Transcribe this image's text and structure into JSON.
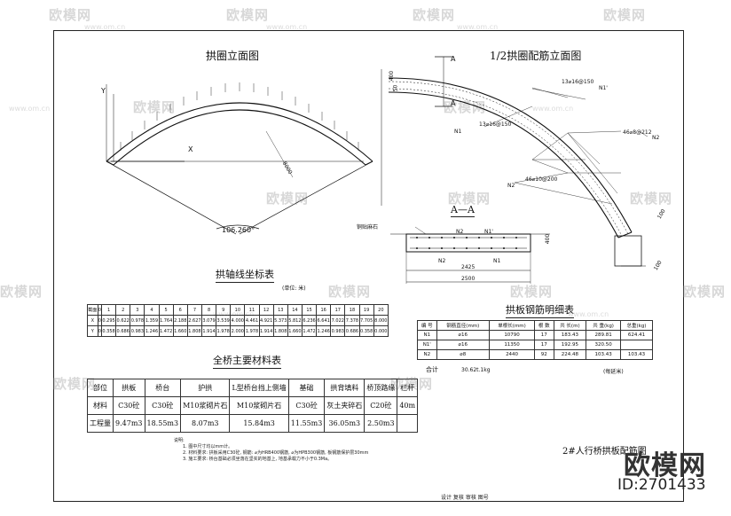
{
  "watermark": {
    "text": "欧模网",
    "url": "www.om.cn"
  },
  "brand": {
    "name": "欧模网",
    "id": "ID:2701433"
  },
  "views": {
    "arch_elevation": {
      "title": "拱圈立面图",
      "angle": "106.260°",
      "axis_x": "X",
      "axis_y": "Y",
      "radius": "8000"
    },
    "half_rebar": {
      "title": "1/2拱圈配筋立面图",
      "section_mark": "A",
      "dim_top": "400",
      "dim_side": "50",
      "n1": "N1",
      "n1b": "N1'",
      "n2": "N2",
      "rebar_a": "13⌀16@150",
      "rebar_b": "13⌀16@150",
      "rebar_c": "46⌀8@212",
      "rebar_d": "46⌀10@200",
      "dim_right_a": "100",
      "dim_right_b": "100"
    },
    "section": {
      "title": "A—A",
      "note": "铜贴麻石",
      "n2": "N2",
      "n1": "N1",
      "n1b": "N1'",
      "dim_inner": "2425",
      "dim_outer": "2500",
      "dim_h": "400"
    }
  },
  "coord_table": {
    "title": "拱轴线坐标表",
    "unit": "(单位: 米)",
    "header": [
      "截面",
      "0",
      "1",
      "2",
      "3",
      "4",
      "5",
      "6",
      "7",
      "8",
      "9",
      "10",
      "11",
      "12",
      "13",
      "14",
      "15",
      "16",
      "17",
      "18",
      "19",
      "20"
    ],
    "rows": [
      [
        "X",
        "0",
        "0.295",
        "0.622",
        "0.978",
        "1.359",
        "1.764",
        "2.188",
        "2.627",
        "3.079",
        "3.539",
        "4.000",
        "4.461",
        "4.921",
        "5.373",
        "5.812",
        "6.236",
        "6.641",
        "7.022",
        "7.378",
        "7.705",
        "8.000"
      ],
      [
        "Y",
        "0",
        "0.358",
        "0.686",
        "0.983",
        "1.246",
        "1.472",
        "1.660",
        "1.808",
        "1.914",
        "1.978",
        "2.000",
        "1.978",
        "1.914",
        "1.808",
        "1.660",
        "1.472",
        "1.246",
        "0.983",
        "0.686",
        "0.358",
        "0.000"
      ]
    ]
  },
  "material_table": {
    "title": "全桥主要材料表",
    "rows": [
      [
        "部位",
        "拱板",
        "桥台",
        "护拱",
        "L型桥台挡上侧墙",
        "基础",
        "拱背填料",
        "桥顶路缘",
        "栏杆"
      ],
      [
        "材料",
        "C30砼",
        "C30砼",
        "M10浆砌片石",
        "M10浆砌片石",
        "C30砼",
        "灰土夹碎石",
        "C20砼",
        "40m"
      ],
      [
        "工程量",
        "9.47m3",
        "18.55m3",
        "8.07m3",
        "15.84m3",
        "11.55m3",
        "36.05m3",
        "2.50m3",
        ""
      ]
    ]
  },
  "steel_table": {
    "title": "拱板钢筋明细表",
    "header": [
      "编 号",
      "钢筋直径(mm)",
      "单根长(mm)",
      "根 数",
      "共 长(m)",
      "共 重(kg)",
      "总重(kg)"
    ],
    "rows": [
      [
        "N1",
        "⌀16",
        "10790",
        "17",
        "183.43",
        "289.81",
        "624.41"
      ],
      [
        "N1'",
        "⌀16",
        "11350",
        "17",
        "192.95",
        "320.50",
        ""
      ],
      [
        "N2",
        "⌀8",
        "2440",
        "92",
        "224.48",
        "103.43",
        "103.43"
      ]
    ],
    "total_label": "合计",
    "total_value": "30.62t.1kg",
    "total_note": "(每延米)"
  },
  "notes": {
    "heading": "说明:",
    "items": [
      "1. 图中尺寸均以mm计。",
      "2. 材料要求: 拱板采用C30砼, 钢筋: ⌀为HRB400钢筋, ⌀为HPB300钢筋, 板钢筋保护层30mm",
      "3. 施工要求: 桥台基础必须坐落在坚实的地基上, 地基承载力不小于0.3Ma。"
    ]
  },
  "drawing_title": "2#人行桥拱板配筋图",
  "title_block": "设计   复核   审核   图号"
}
